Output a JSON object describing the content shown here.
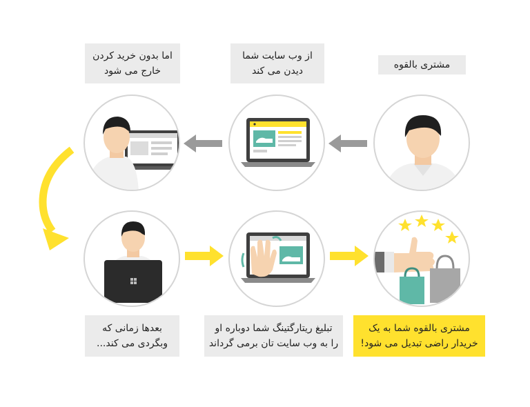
{
  "steps": [
    {
      "id": "potential-customer",
      "lines": [
        "مشتری بالقوه"
      ]
    },
    {
      "id": "visits-site",
      "lines": [
        "از وب سایت شما",
        "دیدن می کند"
      ]
    },
    {
      "id": "leaves",
      "lines": [
        "اما بدون خرید کردن",
        "خارج می شود"
      ]
    },
    {
      "id": "later-returns",
      "lines": [
        "بعدها زمانی که",
        "وبگردی می کند..."
      ]
    },
    {
      "id": "retargeting-ad",
      "lines": [
        "تبلیغ ریتارگتینگ شما دوباره او",
        "را به وب سایت تان برمی گرداند"
      ]
    },
    {
      "id": "converted",
      "lines": [
        "مشتری بالقوه شما به یک",
        "خریدار راضی تبدیل می شود!"
      ]
    }
  ],
  "colors": {
    "accent": "#ffe12e",
    "arrow_gray": "#9a9a9a",
    "label_bg": "#ebebeb"
  },
  "icons": [
    "person-icon",
    "laptop-icon",
    "sneaker-icon",
    "waving-hand-icon",
    "thumbs-up-icon",
    "star-icon",
    "shopping-bag-icon",
    "arrow-icon"
  ]
}
